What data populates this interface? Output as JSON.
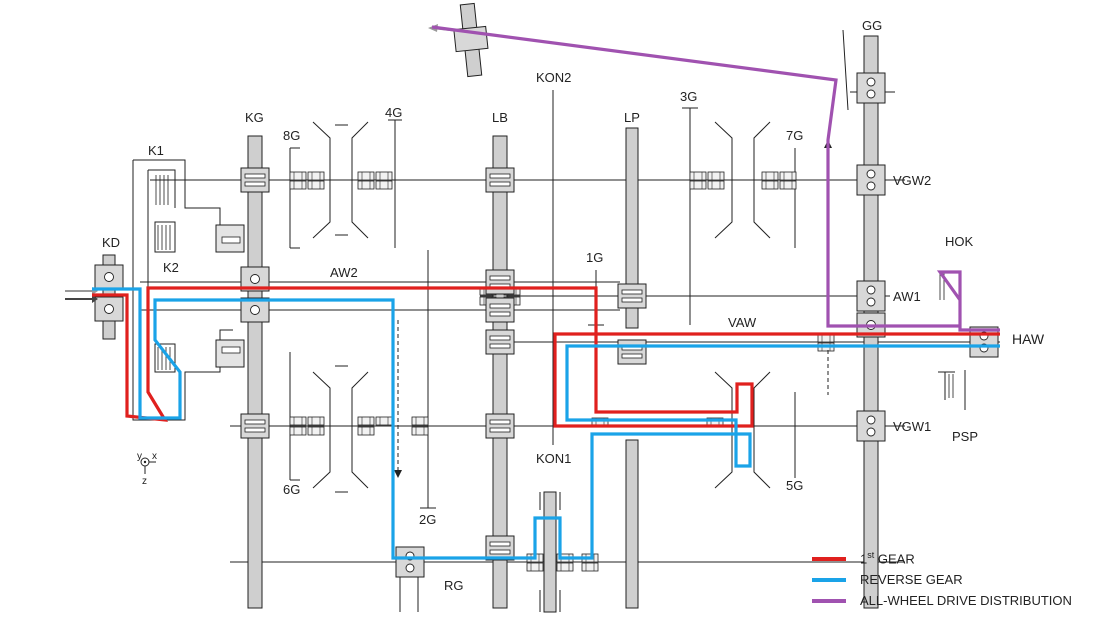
{
  "diagram": {
    "labels": {
      "kd": "KD",
      "k1": "K1",
      "k2": "K2",
      "kg": "KG",
      "g8": "8G",
      "g4": "4G",
      "g6": "6G",
      "g2": "2G",
      "rg": "RG",
      "aw2": "AW2",
      "lb": "LB",
      "kon2": "KON2",
      "kon1": "KON1",
      "lp": "LP",
      "g1": "1G",
      "g3": "3G",
      "g7": "7G",
      "g5": "5G",
      "vaw": "VAW",
      "gg": "GG",
      "vgw2": "VGW2",
      "aw1": "AW1",
      "vgw1": "VGW1",
      "hok": "HOK",
      "haw": "HAW",
      "psp": "PSP",
      "axis_y": "y",
      "axis_x": "x",
      "axis_z": "z"
    }
  },
  "legend": {
    "items": [
      {
        "base": "1",
        "sup": "st",
        "label": " GEAR",
        "color": "#e0201e"
      },
      {
        "base": "",
        "sup": "",
        "label": "REVERSE GEAR",
        "color": "#1aa3e8"
      },
      {
        "base": "",
        "sup": "",
        "label": "ALL-WHEEL DRIVE DISTRIBUTION",
        "color": "#a052b0"
      }
    ]
  },
  "colors": {
    "first_gear": "#e0201e",
    "reverse_gear": "#1aa3e8",
    "awd": "#a052b0",
    "shaft": "#cfcfcf",
    "line": "#222222"
  }
}
